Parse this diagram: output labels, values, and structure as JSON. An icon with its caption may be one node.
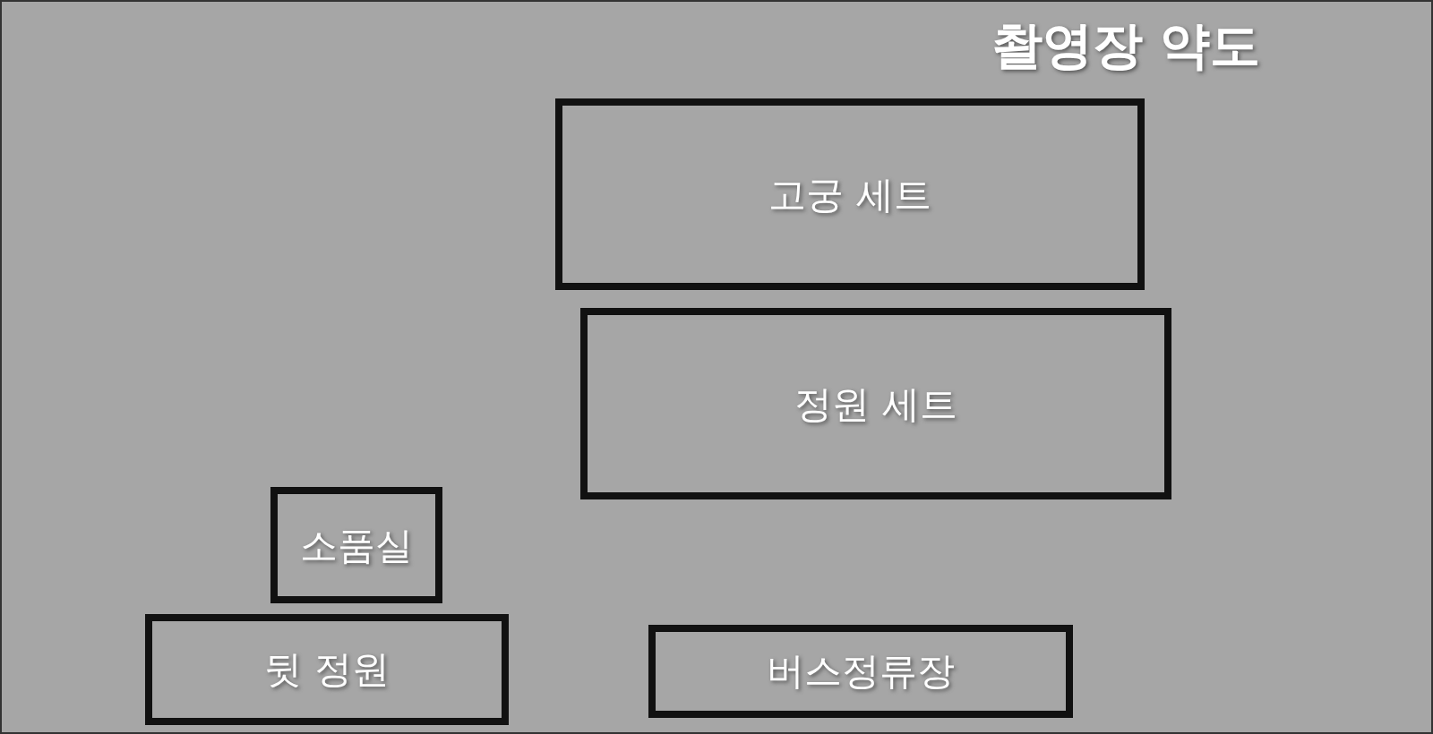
{
  "diagram": {
    "title": "촬영장 약도",
    "nodes": [
      {
        "text": [
          "고궁 세트"
        ]
      },
      {
        "text": [
          "정원 세트"
        ]
      },
      {
        "text": [
          "소품실"
        ]
      },
      {
        "text": [
          "뒷 정원"
        ]
      },
      {
        "text": [
          "버스정류장"
        ]
      }
    ]
  }
}
